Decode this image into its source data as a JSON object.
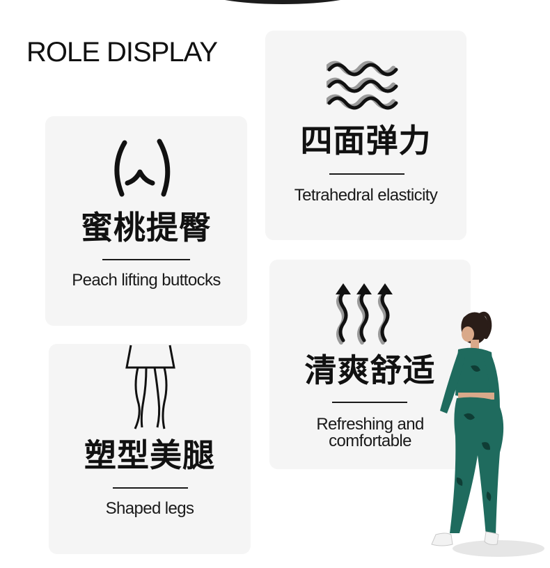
{
  "page": {
    "heading": "ROLE DISPLAY"
  },
  "features": [
    {
      "icon": "buttocks-outline-icon",
      "zh": "蜜桃提臀",
      "en": "Peach lifting buttocks"
    },
    {
      "icon": "wavy-lines-icon",
      "zh": "四面弹力",
      "en": "Tetrahedral elasticity"
    },
    {
      "icon": "legs-outline-icon",
      "zh": "塑型美腿",
      "en": "Shaped legs"
    },
    {
      "icon": "rising-arrows-icon",
      "zh": "清爽舒适",
      "en_line1": "Refreshing and",
      "en_line2": "comfortable"
    }
  ],
  "colors": {
    "card_bg": "#f5f5f5",
    "text": "#111111",
    "garment": "#1f6b5e"
  }
}
